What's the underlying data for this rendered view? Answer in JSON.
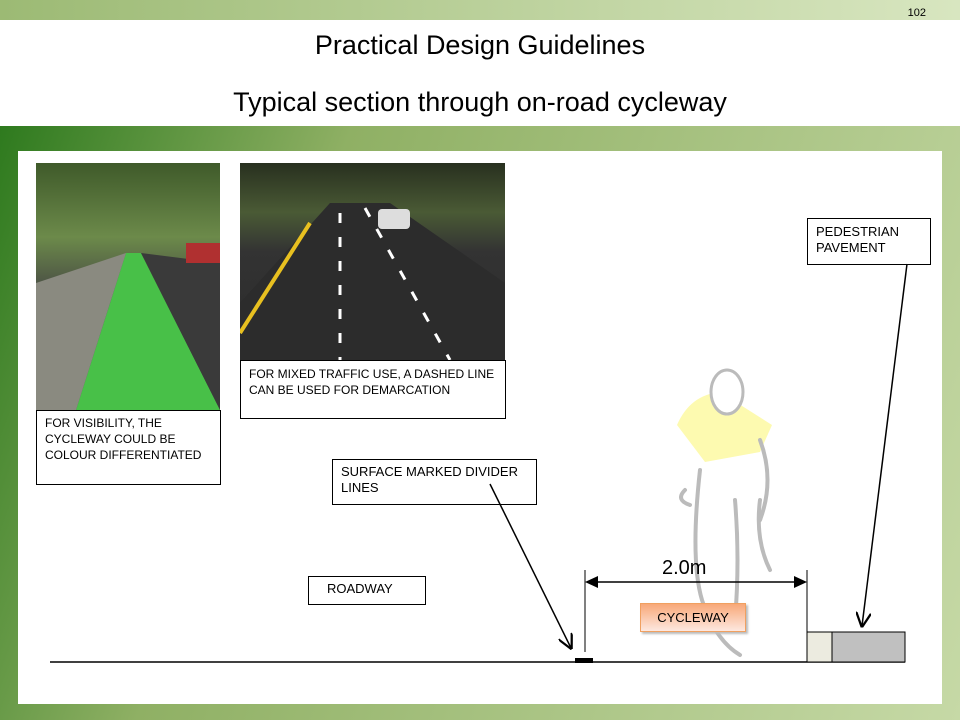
{
  "slide": {
    "page_number": "102",
    "title": "Practical Design Guidelines",
    "subtitle": "Typical section through on-road cycleway"
  },
  "callouts": {
    "visibility": "FOR VISIBILITY,  THE CYCLEWAY COULD  BE COLOUR DIFFERENTIATED",
    "mixed_traffic": "FOR MIXED TRAFFIC  USE, A DASHED LINE CAN BE USED FOR DEMARCATION",
    "pedestrian": "PEDESTRIAN PAVEMENT",
    "divider": "SURFACE MARKED DIVIDER LINES",
    "roadway": "ROADWAY",
    "cycleway": "CYCLEWAY",
    "width": "2.0m"
  }
}
